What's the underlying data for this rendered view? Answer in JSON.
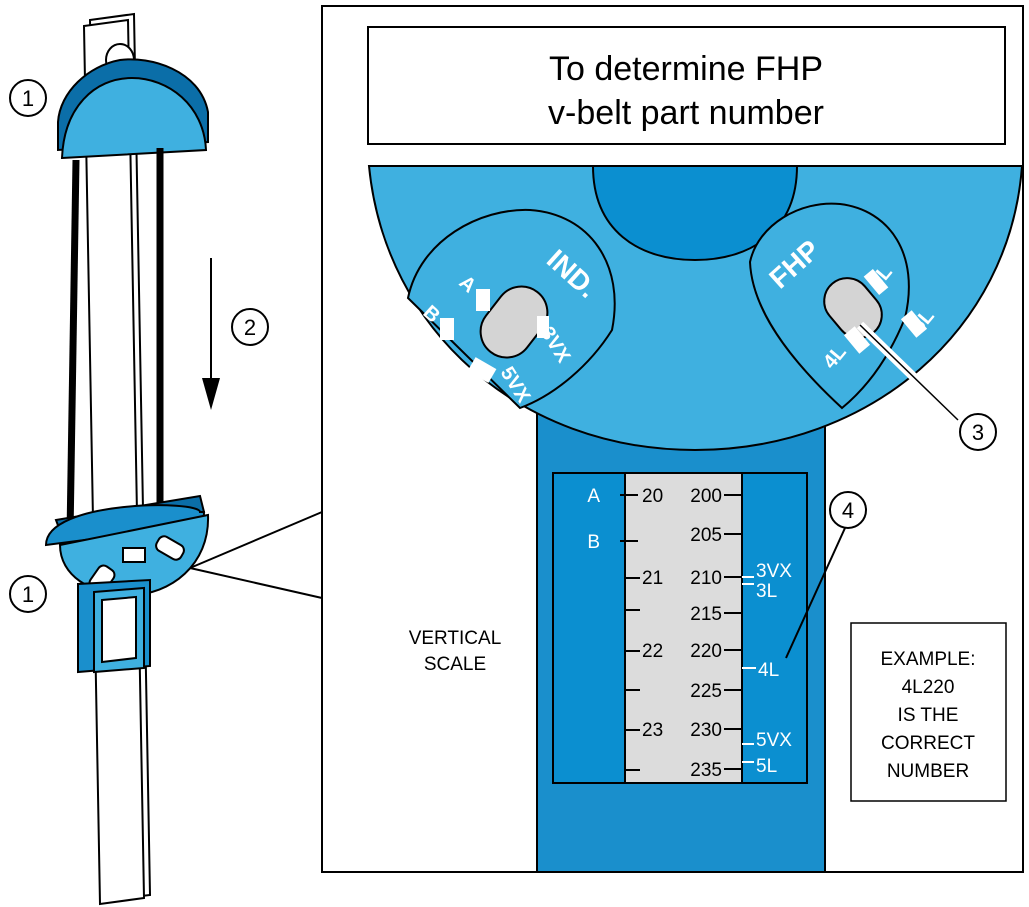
{
  "title": {
    "line1": "To determine FHP",
    "line2": "v-belt part number"
  },
  "dial": {
    "ind_label": "IND.",
    "fhp_label": "FHP",
    "ind_slots": [
      "A",
      "B",
      "3VX",
      "5VX"
    ],
    "fhp_slots": [
      "3L",
      "5L",
      "4L"
    ]
  },
  "vertical_scale_label": [
    "VERTICAL",
    "SCALE"
  ],
  "scale": {
    "left_marks": [
      "A",
      "B"
    ],
    "small_numbers": [
      "20",
      "21",
      "22",
      "23"
    ],
    "large_numbers": [
      "200",
      "205",
      "210",
      "215",
      "220",
      "225",
      "230",
      "235"
    ],
    "right_marks": [
      "3VX",
      "3L",
      "4L",
      "5VX",
      "5L"
    ]
  },
  "callouts": {
    "one": "1",
    "two": "2",
    "three": "3",
    "four": "4"
  },
  "example": [
    "EXAMPLE:",
    "4L220",
    "IS THE",
    "CORRECT",
    "NUMBER"
  ],
  "colors": {
    "light_blue": "#3fb0e0",
    "mid_blue": "#1a8fcc",
    "dark_blue": "#0b6ea8",
    "scale_gray": "#dcdcdc"
  }
}
